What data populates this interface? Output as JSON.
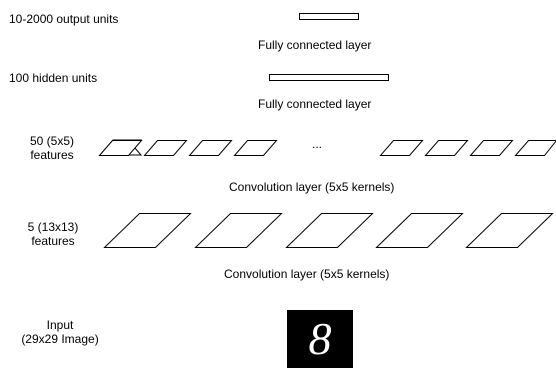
{
  "labels": {
    "output_units": "10-2000 output units",
    "fc_layer_top": "Fully connected layer",
    "hidden_units": "100 hidden units",
    "fc_layer_mid": "Fully connected layer",
    "conv_features_50_line1": "50 (5x5)",
    "conv_features_50_line2": "features",
    "ellipsis": "...",
    "conv_layer_top": "Convolution layer (5x5 kernels)",
    "conv_features_5_line1": "5 (13x13)",
    "conv_features_5_line2": "features",
    "conv_layer_bottom": "Convolution  layer (5x5 kernels)",
    "input_line1": "Input",
    "input_line2": "(29x29 Image)"
  },
  "input_image": {
    "digit": "8"
  }
}
